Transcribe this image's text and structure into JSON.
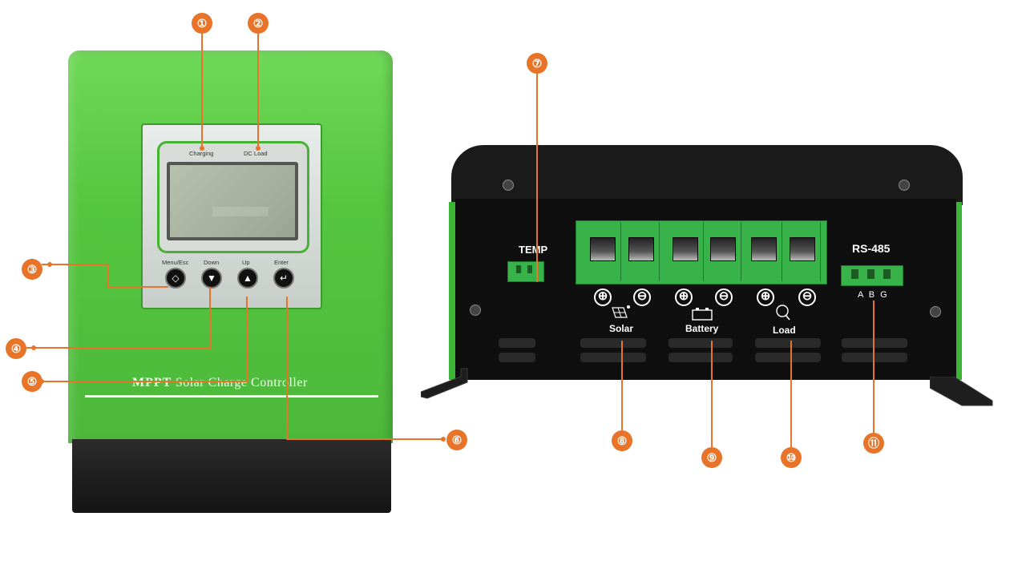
{
  "front": {
    "indicator_charging": "Charging",
    "indicator_dc_load": "DC Load",
    "buttons": [
      {
        "label": "Menu/Esc",
        "symbol": "◇"
      },
      {
        "label": "Down",
        "symbol": "▼"
      },
      {
        "label": "Up",
        "symbol": "▲"
      },
      {
        "label": "Enter",
        "symbol": "↵"
      }
    ],
    "title_brand": "MPPT",
    "title_rest": "Solar Charge Controller",
    "colors": {
      "housing": "#55c640",
      "base": "#1a1a1a",
      "callout": "#e8742a"
    }
  },
  "rear": {
    "temp_label": "TEMP",
    "rs485_label": "RS-485",
    "rs485_pins": "A B G",
    "groups": [
      {
        "name": "Solar",
        "plus": "⊕",
        "minus": "⊖"
      },
      {
        "name": "Battery",
        "plus": "⊕",
        "minus": "⊖"
      },
      {
        "name": "Load",
        "plus": "⊕",
        "minus": "⊖"
      }
    ]
  },
  "callouts": [
    "①",
    "②",
    "③",
    "④",
    "⑤",
    "⑥",
    "⑦",
    "⑧",
    "⑨",
    "⑩",
    "⑪"
  ]
}
